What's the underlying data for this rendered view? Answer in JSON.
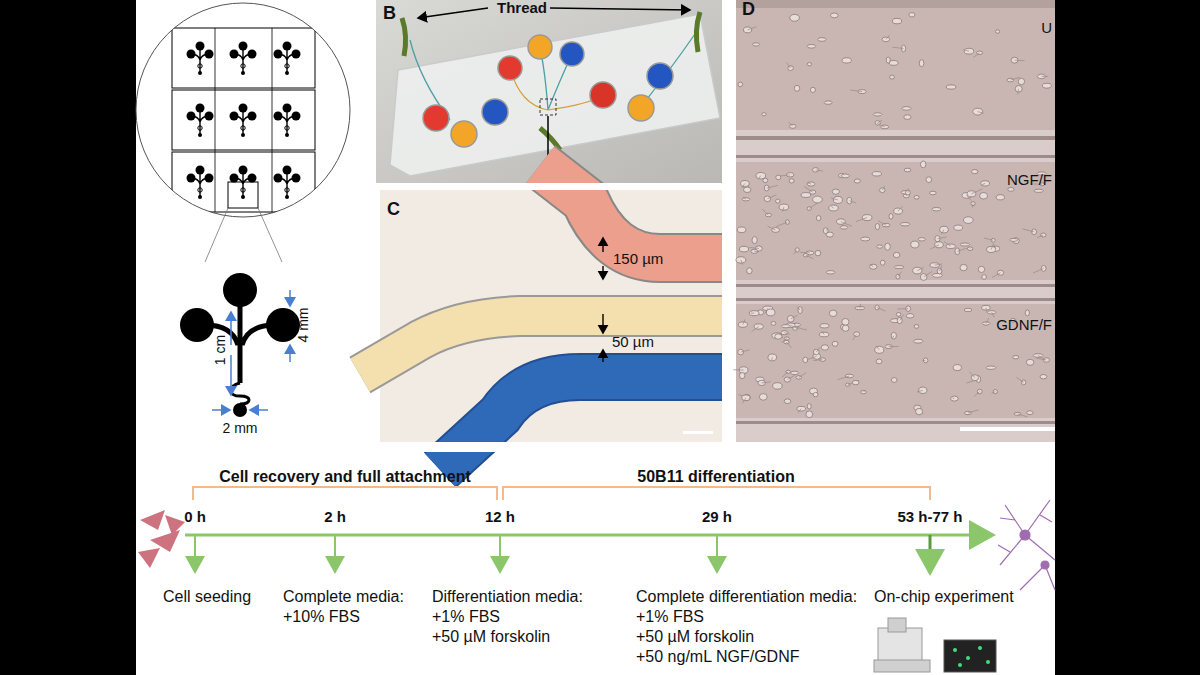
{
  "diagram": {
    "labels": [
      "B",
      "Thread",
      "C",
      "150 µm",
      "50 µm",
      "D",
      "U",
      "NGF/F",
      "GDNF/F",
      "4 mm",
      "1 cm",
      "2 mm",
      "Cell recovery and full attachment",
      "50B11 differentiation",
      "0 h",
      "2 h",
      "12 h",
      "29 h",
      "53 h-77 h",
      "Cell seeding",
      "Complete media:",
      "+10% FBS",
      "Differentiation media:",
      "+1% FBS",
      "+50 µM forskolin",
      "Complete differentiation media:",
      "+1% FBS",
      "+50 µM forskolin",
      "+50 ng/mL NGF/GDNF",
      "On-chip experiment"
    ]
  }
}
